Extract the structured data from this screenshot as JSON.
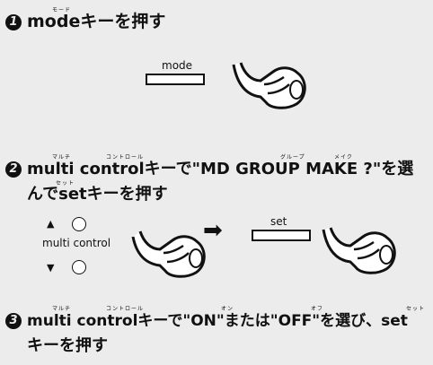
{
  "step1": {
    "number": "1",
    "text": "modeキーを押す",
    "ruby_mode": "モード"
  },
  "key_mode": {
    "label": "mode"
  },
  "step2": {
    "number": "2",
    "line1": "multi controlキーで\"MD GROUP MAKE ?\"を選",
    "line2": "んでsetキーを押す",
    "ruby_multi": "マルチ",
    "ruby_control": "コントロール",
    "ruby_group": "グループ",
    "ruby_make": "メイク",
    "ruby_set": "セット"
  },
  "multi_control": {
    "label": "multi control",
    "up_symbol": "▲",
    "down_symbol": "▼"
  },
  "arrow": "➡",
  "key_set": {
    "label": "set"
  },
  "step3": {
    "number": "3",
    "line1": "multi controlキーで\"ON\"または\"OFF\"を選び、set",
    "line2": "キーを押す",
    "ruby_multi": "マルチ",
    "ruby_control": "コントロール",
    "ruby_on": "オン",
    "ruby_off": "オフ",
    "ruby_set": "セット"
  }
}
